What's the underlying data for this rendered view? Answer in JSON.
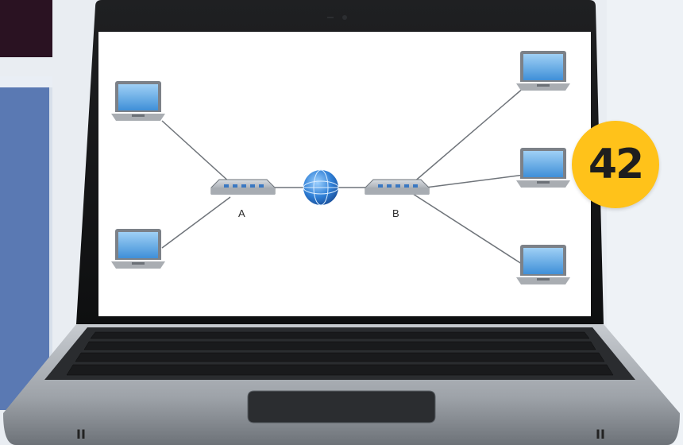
{
  "badge": {
    "number": "42"
  },
  "network_diagram": {
    "hub_left_label": "A",
    "hub_right_label": "B"
  },
  "palette": {
    "badge": "#ffc21a",
    "laptop_body": "#8e9399",
    "screen_bg": "#ffffff",
    "globe": "#2f7fd6"
  },
  "icons": [
    "laptop-icon",
    "network-hub-icon",
    "globe-icon"
  ]
}
